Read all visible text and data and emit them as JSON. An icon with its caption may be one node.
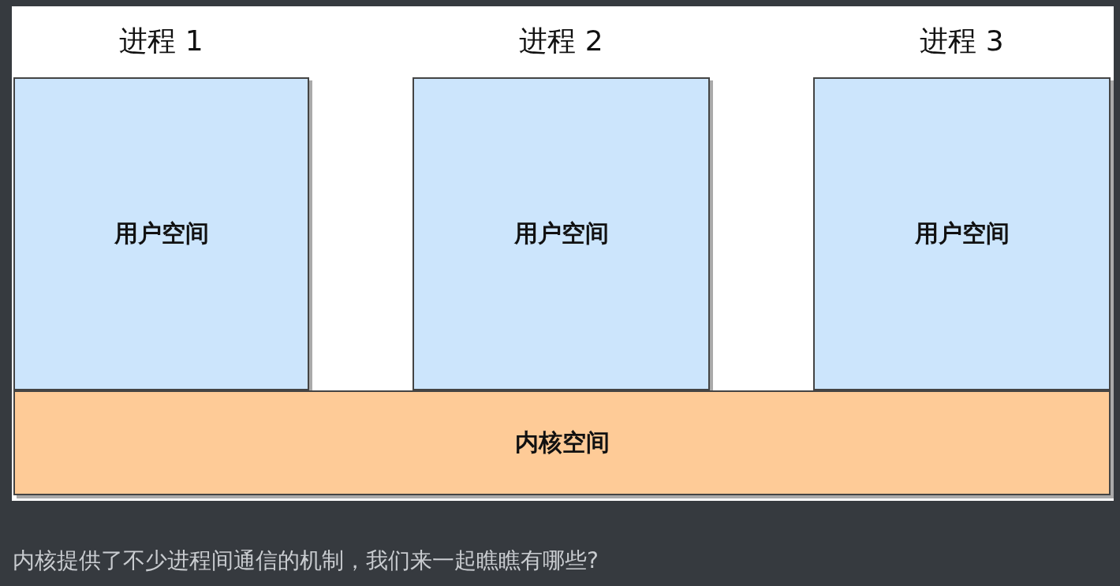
{
  "diagram": {
    "caption": "内核提供了不少进程间通信的机制，我们来一起瞧瞧有哪些?",
    "nodes": [
      {
        "text": [
          "进程 1",
          "用户空间"
        ]
      },
      {
        "text": [
          "进程 2",
          "用户空间"
        ]
      },
      {
        "text": [
          "进程 3",
          "用户空间"
        ]
      },
      {
        "text": [
          "内核空间"
        ]
      }
    ]
  }
}
